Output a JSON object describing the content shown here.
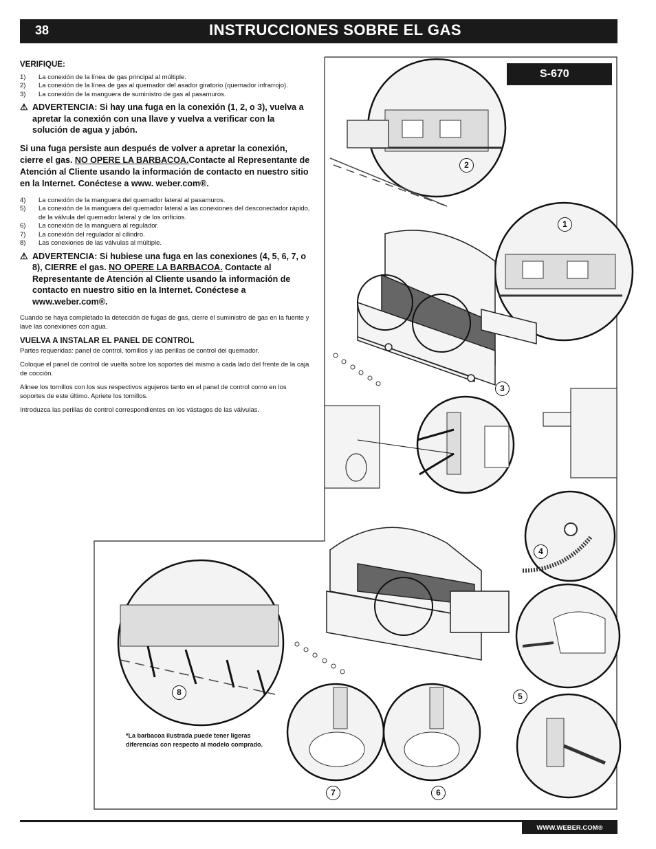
{
  "header": {
    "page_number": "38",
    "title": "INSTRUCCIONES SOBRE EL GAS"
  },
  "verify": {
    "heading": "VERIFIQUE:",
    "items_a": [
      {
        "n": "1)",
        "text": "La conexión  de la línea de gas principal al múltiple."
      },
      {
        "n": "2)",
        "text": "La conexión de la línea de gas al quemador del asador giratorio (quemador infrarrojo)."
      },
      {
        "n": "3)",
        "text": "La conexión de la manguera de suministro de gas al pasamuros."
      }
    ],
    "warning_1": "ADVERTENCIA: Si hay una fuga en la conexión (1, 2, o 3), vuelva a apretar la conexión con una llave y vuelva a verificar con la solución de agua y jabón.",
    "leak_p_pre": "Si una fuga persiste aun después de volver a apretar la conexión, cierre el gas. ",
    "leak_p_underline": "NO OPERE LA BARBACOA.",
    "leak_p_post": "Contacte al Representante de Atención al Cliente usando la información de contacto en nuestro sitio en la Internet. Conéctese a www. weber.com®.",
    "items_b": [
      {
        "n": "4)",
        "text": "La conexión de la manguera del quemador lateral al pasamuros."
      },
      {
        "n": "5)",
        "text": "La conexión de la manguera del quemador lateral a las conexiones del desconectador rápido, de la válvula del quemador lateral y de los orificios."
      },
      {
        "n": "6)",
        "text": "La conexión de la manguera al regulador."
      },
      {
        "n": "7)",
        "text": "La conexión del regulador al cilindro."
      },
      {
        "n": "8)",
        "text": "Las conexiones de las válvulas al múltiple."
      }
    ],
    "warning_2_pre": "ADVERTENCIA: Si hubiese una fuga en las conexiones (4, 5, 6, 7, o 8), CIERRE el gas. ",
    "warning_2_underline": "NO OPERE LA BARBACOA.",
    "warning_2_post": " Contacte al Representante de Atención al Cliente usando la información de contacto en nuestro sitio en la Internet. Conéctese a www.weber.com®.",
    "after_check": "Cuando se haya completado la detección de fugas de gas, cierre el suministro de gas en la fuente y lave las conexiones con agua."
  },
  "reinstall": {
    "heading": "VUELVA A INSTALAR EL PANEL DE CONTROL",
    "parts": "Partes requeridas: panel de control, tornillos y las perillas de control del quemador.",
    "p1": "Coloque el panel de control de vuelta sobre los soportes del mismo a cada lado del frente de la caja de cocción.",
    "p2": "Alinee los tornillos con los sus respectivos agujeros tanto en el panel de control como en los soportes de este último. Apriete los tornillos.",
    "p3": "Introduzca las perillas de control correspondientes en los vástagos de las válvulas."
  },
  "figure": {
    "model": "S-670",
    "callouts": [
      "1",
      "2",
      "3",
      "4",
      "5",
      "6",
      "7",
      "8"
    ],
    "note": "*La barbacoa ilustrada puede tener ligeras diferencias con respecto al modelo comprado."
  },
  "footer": {
    "url": "WWW.WEBER.COM®"
  },
  "icons": {
    "warning": "warning-triangle-icon"
  }
}
